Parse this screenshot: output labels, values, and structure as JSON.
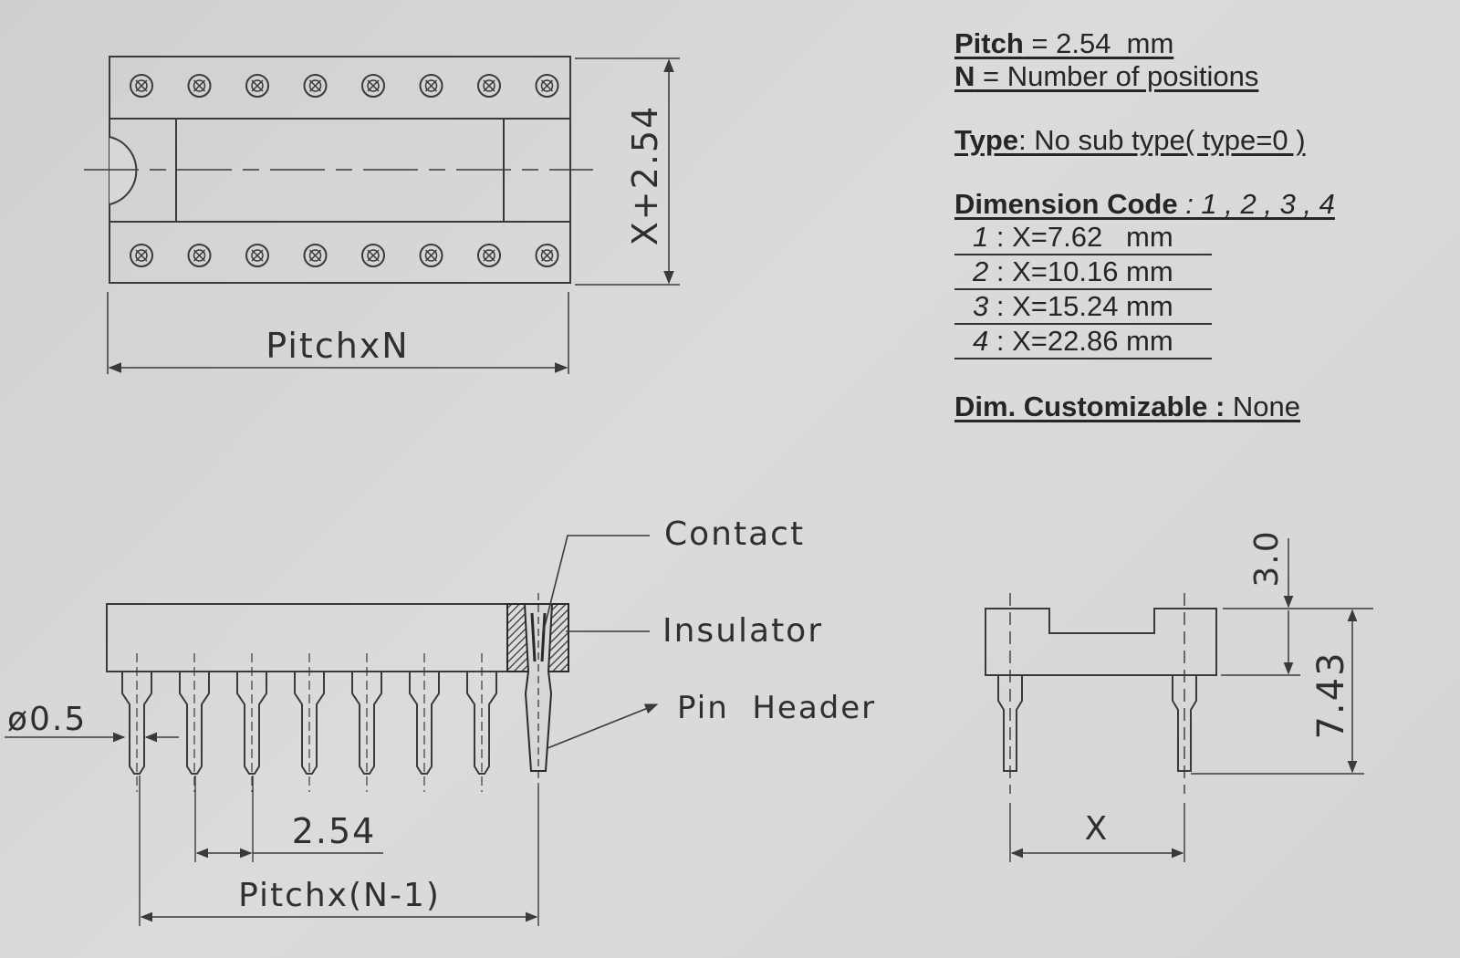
{
  "spec": {
    "pitch_label": "Pitch",
    "pitch_value": " = 2.54  mm",
    "n_label": "N",
    "n_value": " = Number of positions",
    "type_label": "Type",
    "type_value": ": No sub type( type=0 )",
    "dim_code_label": "Dimension Code",
    "dim_code_value": " : 1 , 2 , 3 , 4",
    "dims": [
      {
        "num": "1",
        "text": " : X=7.62   mm"
      },
      {
        "num": "2",
        "text": " : X=10.16 mm"
      },
      {
        "num": "3",
        "text": " : X=15.24 mm"
      },
      {
        "num": "4",
        "text": " : X=22.86 mm"
      }
    ],
    "custom_label": "Dim. Customizable",
    "custom_sep": " : ",
    "custom_value": "None"
  },
  "top_view": {
    "width_label": "PitchxN",
    "height_label": "X+2.54"
  },
  "side_view": {
    "contact_label": "Contact",
    "insulator_label": "Insulator",
    "pin_header_label": "Pin  Header",
    "diameter_label": "ø0.5",
    "pitch_label": "2.54",
    "span_label": "Pitchx(N-1)"
  },
  "end_view": {
    "height_top_label": "3.0",
    "height_total_label": "7.43",
    "width_label": "X"
  },
  "colors": {
    "ink": "#3a3a3a",
    "paper": "#d8d7d7"
  }
}
